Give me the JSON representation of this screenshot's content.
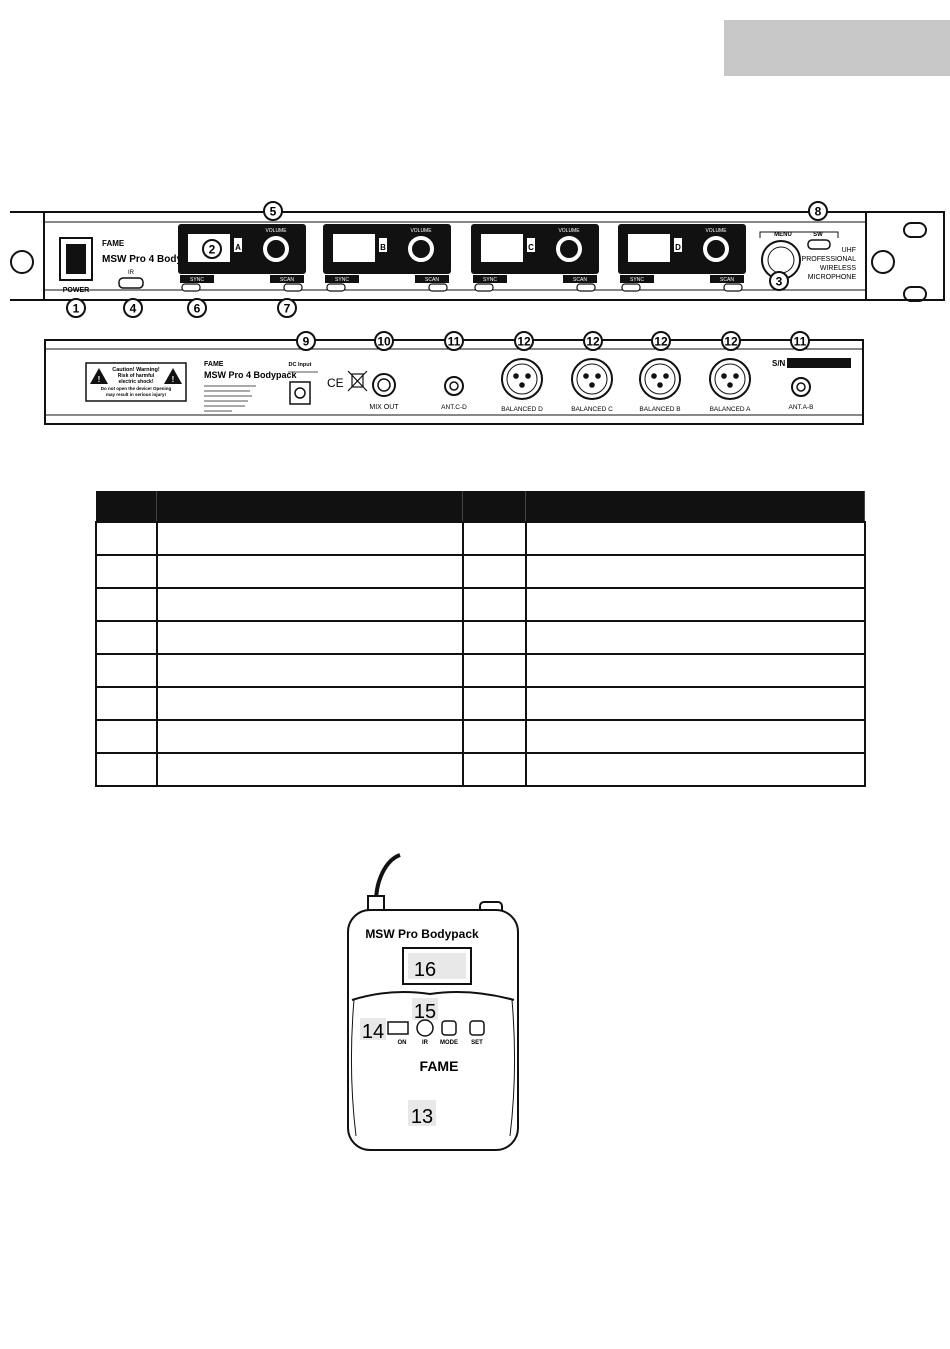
{
  "front_panel": {
    "brand": "FAME",
    "model": "MSW Pro",
    "model_digit": "4",
    "model_suffix": "Bodypack",
    "power_label": "POWER",
    "ir_label": "IR",
    "sync_label": "SYNC",
    "scan_label": "SCAN",
    "volume_label": "VOLUME",
    "menu_label": "MENU",
    "sw_label": "SW",
    "tagline": [
      "UHF",
      "PROFESSIONAL",
      "WIRELESS",
      "MICROPHONE"
    ],
    "channels": [
      "A",
      "B",
      "C",
      "D"
    ],
    "callouts": [
      "1",
      "2",
      "3",
      "4",
      "5",
      "6",
      "7",
      "8"
    ]
  },
  "rear_panel": {
    "warning_title": "Caution! Warning!",
    "warning_lines": [
      "Risk of harmful",
      "electric shock!",
      "Do not open the device! Opening",
      "may result in serious injury!"
    ],
    "brand": "FAME",
    "model": "MSW Pro",
    "model_digit": "4",
    "model_suffix": "Bodypack",
    "dc_label": "DC Input",
    "mix_out": "MIX OUT",
    "ant_cd": "ANT.C-D",
    "ant_ab": "ANT.A-B",
    "sn_label": "S/N",
    "balanced": [
      "BALANCED D",
      "BALANCED C",
      "BALANCED B",
      "BALANCED A"
    ],
    "callouts": [
      "9",
      "10",
      "11",
      "12",
      "12",
      "12",
      "12",
      "11"
    ]
  },
  "bodypack": {
    "title": "MSW Pro Bodypack",
    "brand": "FAME",
    "buttons": [
      "ON",
      "IR",
      "MODE",
      "SET"
    ],
    "callouts": [
      "16",
      "15",
      "14",
      "13"
    ]
  }
}
